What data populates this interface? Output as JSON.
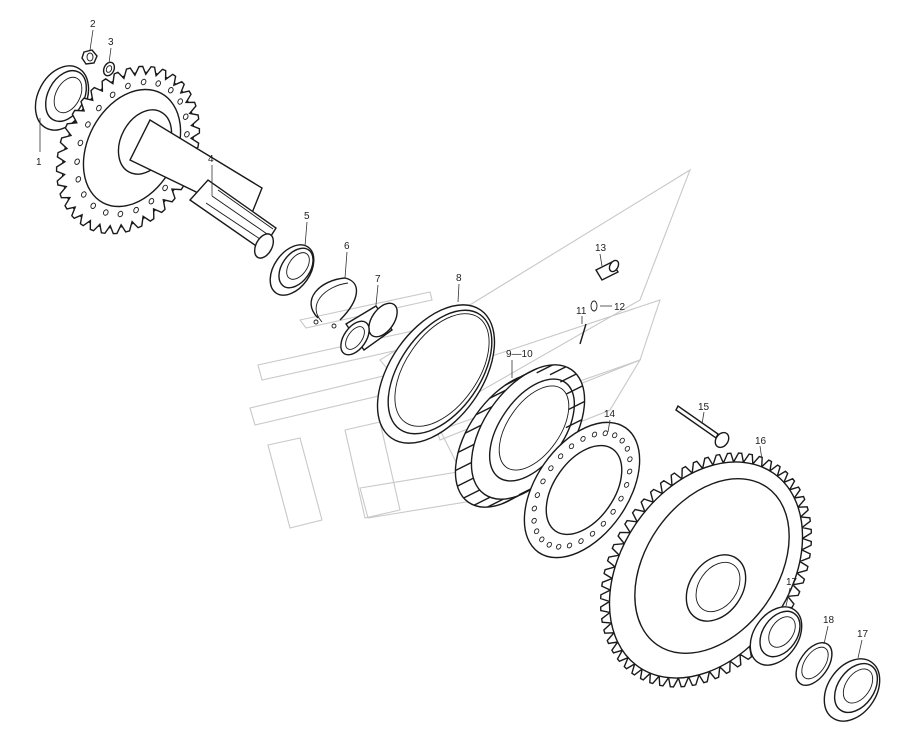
{
  "diagram": {
    "callouts": [
      {
        "id": "1",
        "text": "1"
      },
      {
        "id": "2",
        "text": "2"
      },
      {
        "id": "3",
        "text": "3"
      },
      {
        "id": "4",
        "text": "4"
      },
      {
        "id": "5",
        "text": "5"
      },
      {
        "id": "6",
        "text": "6"
      },
      {
        "id": "7",
        "text": "7"
      },
      {
        "id": "8",
        "text": "8"
      },
      {
        "id": "9-10",
        "text": "9—10"
      },
      {
        "id": "11",
        "text": "11"
      },
      {
        "id": "12",
        "text": "12"
      },
      {
        "id": "13",
        "text": "13"
      },
      {
        "id": "14",
        "text": "14"
      },
      {
        "id": "15",
        "text": "15"
      },
      {
        "id": "16",
        "text": "16"
      },
      {
        "id": "17a",
        "text": "17"
      },
      {
        "id": "18",
        "text": "18"
      },
      {
        "id": "17b",
        "text": "17"
      }
    ]
  }
}
